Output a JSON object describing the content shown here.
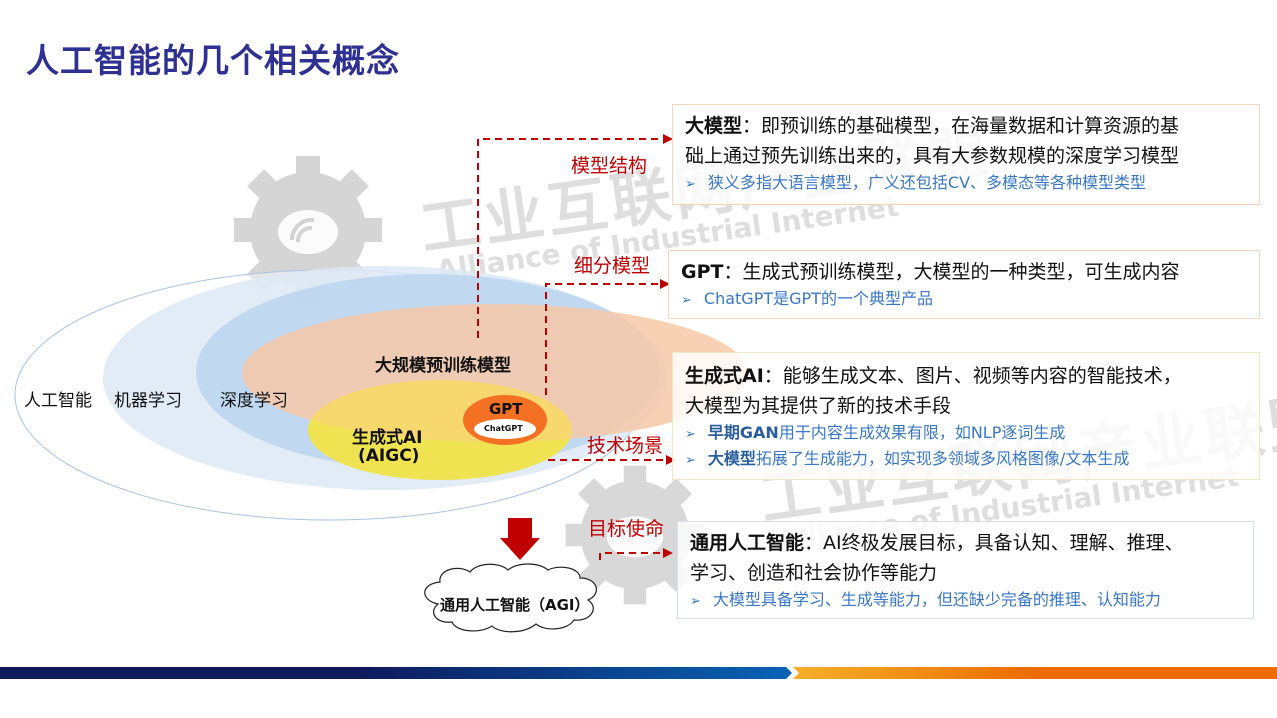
{
  "title": "人工智能的几个相关概念",
  "watermark": {
    "cn": "工业互联网产业联盟",
    "en": "Alliance of Industrial Internet"
  },
  "diagram": {
    "ellipses": [
      {
        "label": "人工智能",
        "color": "#ffffff"
      },
      {
        "label": "机器学习",
        "color": "#dce9f6"
      },
      {
        "label": "深度学习",
        "color": "#bcd6ee"
      },
      {
        "label": "大规模预训练模型",
        "color": "#f7c9a8"
      },
      {
        "label": "生成式AI",
        "label2": "(AIGC)",
        "color": "#e9e45f"
      },
      {
        "label": "GPT",
        "color": "#f47023"
      },
      {
        "label": "ChatGPT",
        "color": "#ffffff"
      }
    ],
    "agi_cloud": "通用人工智能（AGI）",
    "down_arrow_color": "#c00000"
  },
  "connectors": {
    "color": "#c00000",
    "labels": [
      "模型结构",
      "细分模型",
      "技术场景",
      "目标使命"
    ]
  },
  "boxes": [
    {
      "term": "大模型",
      "line1": "：即预训练的基础模型，在海量数据和计算资源的基",
      "line2": "础上通过预先训练出来的，具有大参数规模的深度学习模型",
      "bullets": [
        {
          "bold": "",
          "text": "狭义多指大语言模型，广义还包括CV、多模态等各种模型类型"
        }
      ]
    },
    {
      "term": "GPT",
      "line1": "：生成式预训练模型，大模型的一种类型，可生成内容",
      "line2": "",
      "bullets": [
        {
          "bold": "",
          "text": "ChatGPT是GPT的一个典型产品"
        }
      ]
    },
    {
      "term": "生成式AI",
      "line1": "：能够生成文本、图片、视频等内容的智能技术，",
      "line2": "大模型为其提供了新的技术手段",
      "bullets": [
        {
          "bold": "早期GAN",
          "text": "用于内容生成效果有限，如NLP逐词生成"
        },
        {
          "bold": "大模型",
          "text": "拓展了生成能力，如实现多领域多风格图像/文本生成"
        }
      ]
    },
    {
      "term": "通用人工智能",
      "line1": "：AI终极发展目标，具备认知、理解、推理、",
      "line2": "学习、创造和社会协作等能力",
      "bullets": [
        {
          "bold": "",
          "text": "大模型具备学习、生成等能力，但还缺少完备的推理、认知能力"
        }
      ]
    }
  ],
  "bullet_icon": "➢",
  "footer": {
    "left_color_start": "#0d1a5c",
    "left_color_end": "#0a63b5",
    "right_color_start": "#f5b02a",
    "right_color_end": "#ec6c00"
  }
}
